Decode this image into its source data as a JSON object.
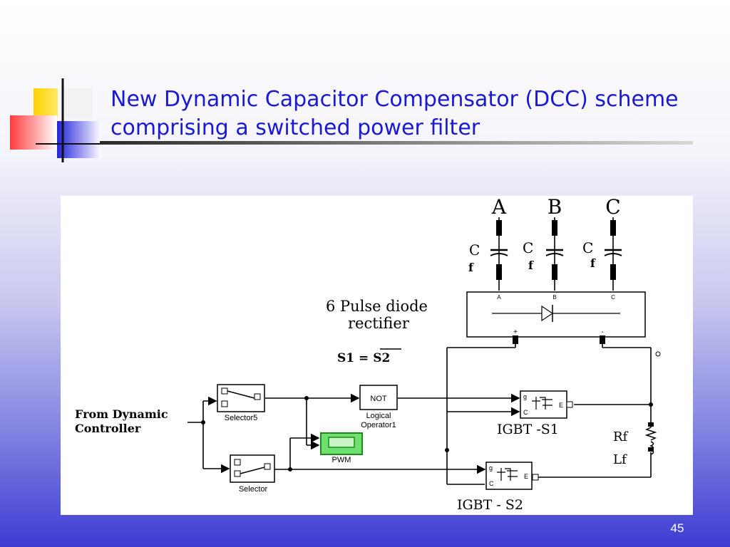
{
  "slide": {
    "title_line1": "New Dynamic Capacitor Compensator (DCC) scheme",
    "title_line2": "comprising a switched power filter",
    "page_number": "45"
  },
  "diagram": {
    "phase_a": "A",
    "phase_b": "B",
    "phase_c": "C",
    "cap_letter": "C",
    "cap_sub": "f",
    "port_a": "A",
    "port_b": "B",
    "port_c": "C",
    "rectifier_label_line1": "6 Pulse diode",
    "rectifier_label_line2": "rectifier",
    "plus": "+",
    "minus": "-",
    "equation_left": "S1 = ",
    "equation_right": "S2",
    "controller_line1": "From Dynamic",
    "controller_line2": "Controller",
    "selector5_label": "Selector5",
    "selector_label": "Selector",
    "not_text": "NOT",
    "logical_operator_line1": "Logical",
    "logical_operator_line2": "Operator1",
    "pwm_label": "PWM",
    "igbt_s1_label": "IGBT -S1",
    "igbt_s2_label": "IGBT - S2",
    "igbt_g": "g",
    "igbt_c": "C",
    "igbt_e": "E",
    "rf_label": "Rf",
    "lf_label": "Lf"
  },
  "colors": {
    "title": "#1a1ad6",
    "pwm_fill": "#6ee06e",
    "pwm_border": "#1c8a1c"
  }
}
